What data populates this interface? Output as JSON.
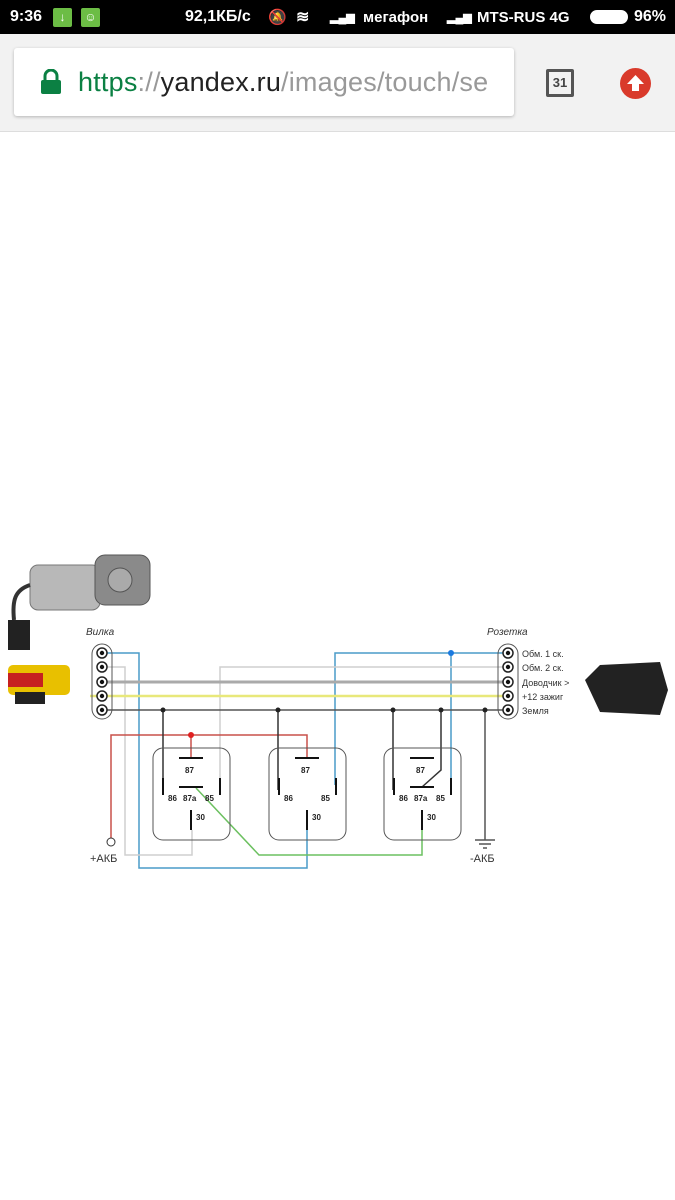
{
  "status_bar": {
    "time": "9:36",
    "speed": "92,1КБ/с",
    "carrier1": "мегафон",
    "carrier2": "MTS-RUS 4G",
    "battery": "96%"
  },
  "browser": {
    "url_scheme": "https",
    "url_sep": "://",
    "url_host": "yandex.ru",
    "url_path": "/images/touch/se",
    "tab_count": "31"
  },
  "diagram": {
    "left_connector": "Вилка",
    "right_connector": "Розетка",
    "pins": [
      "Обм. 1 ск.",
      "Обм. 2 ск.",
      "Доводчик >",
      "+12 зажиг",
      "Земля"
    ],
    "relay_pins": {
      "p87": "87",
      "p86": "86",
      "p87a": "87a",
      "p85": "85",
      "p30": "30"
    },
    "plus_battery": "+АКБ",
    "minus_battery": "-АКБ",
    "colors": {
      "blue": "#4a9cc8",
      "gray": "#cccccc",
      "dark": "#999999",
      "yellow": "#e8e87a",
      "red": "#c8504a",
      "green": "#6cc060"
    }
  }
}
